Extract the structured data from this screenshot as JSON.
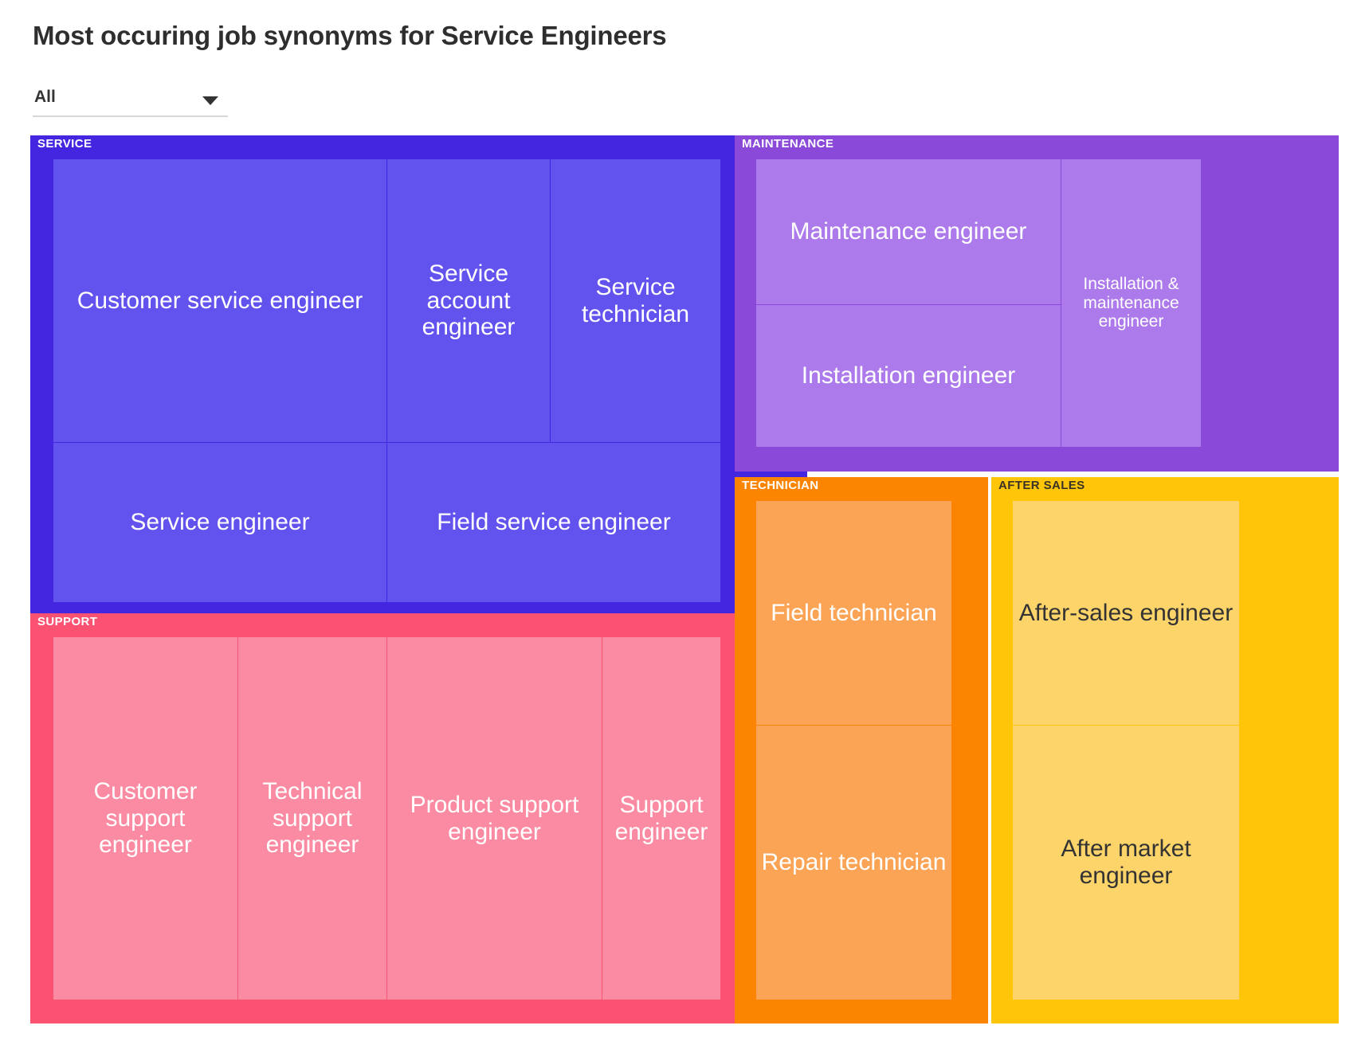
{
  "header": {
    "title": "Most occuring job synonyms for Service Engineers",
    "filter": {
      "value": "All",
      "caret": "chevron-down-icon"
    }
  },
  "chart_data": {
    "type": "treemap",
    "title": "Most occuring job synonyms for Service Engineers",
    "xlabel": "",
    "ylabel": "",
    "groups": [
      {
        "name": "SERVICE",
        "header_color": "#4526e0",
        "tile_color": "#6353ee",
        "header_text_color": "#ffffff",
        "tile_text_color": "#ffffff",
        "tiles": [
          {
            "label": "Customer service engineer",
            "font_size": 30
          },
          {
            "label": "Service account engineer",
            "font_size": 30
          },
          {
            "label": "Service technician",
            "font_size": 30
          },
          {
            "label": "Service engineer",
            "font_size": 30
          },
          {
            "label": "Field service engineer",
            "font_size": 30
          }
        ]
      },
      {
        "name": "MAINTENANCE",
        "header_color": "#8b49d9",
        "tile_color": "#ac7aea",
        "header_text_color": "#ffffff",
        "tile_text_color": "#ffffff",
        "tiles": [
          {
            "label": "Maintenance engineer",
            "font_size": 30
          },
          {
            "label": "Installation engineer",
            "font_size": 30
          },
          {
            "label": "Installation & maintenance engineer",
            "font_size": 21
          }
        ]
      },
      {
        "name": "SUPPORT",
        "header_color": "#fb5272",
        "tile_color": "#fb8ba2",
        "header_text_color": "#ffffff",
        "tile_text_color": "#ffffff",
        "tiles": [
          {
            "label": "Customer support engineer",
            "font_size": 30
          },
          {
            "label": "Technical support engineer",
            "font_size": 30
          },
          {
            "label": "Product support engineer",
            "font_size": 30
          },
          {
            "label": "Support engineer",
            "font_size": 30
          }
        ]
      },
      {
        "name": "TECHNICIAN",
        "header_color": "#fb8500",
        "tile_color": "#fba455",
        "header_text_color": "#ffffff",
        "tile_text_color": "#ffffff",
        "tiles": [
          {
            "label": "Field technician",
            "font_size": 30
          },
          {
            "label": "Repair technician",
            "font_size": 30
          }
        ]
      },
      {
        "name": "AFTER SALES",
        "header_color": "#ffc508",
        "tile_color": "#fcd469",
        "header_text_color": "#3a3226",
        "tile_text_color": "#333333",
        "tiles": [
          {
            "label": "After-sales engineer",
            "font_size": 30
          },
          {
            "label": "After market engineer",
            "font_size": 30
          }
        ]
      }
    ]
  }
}
